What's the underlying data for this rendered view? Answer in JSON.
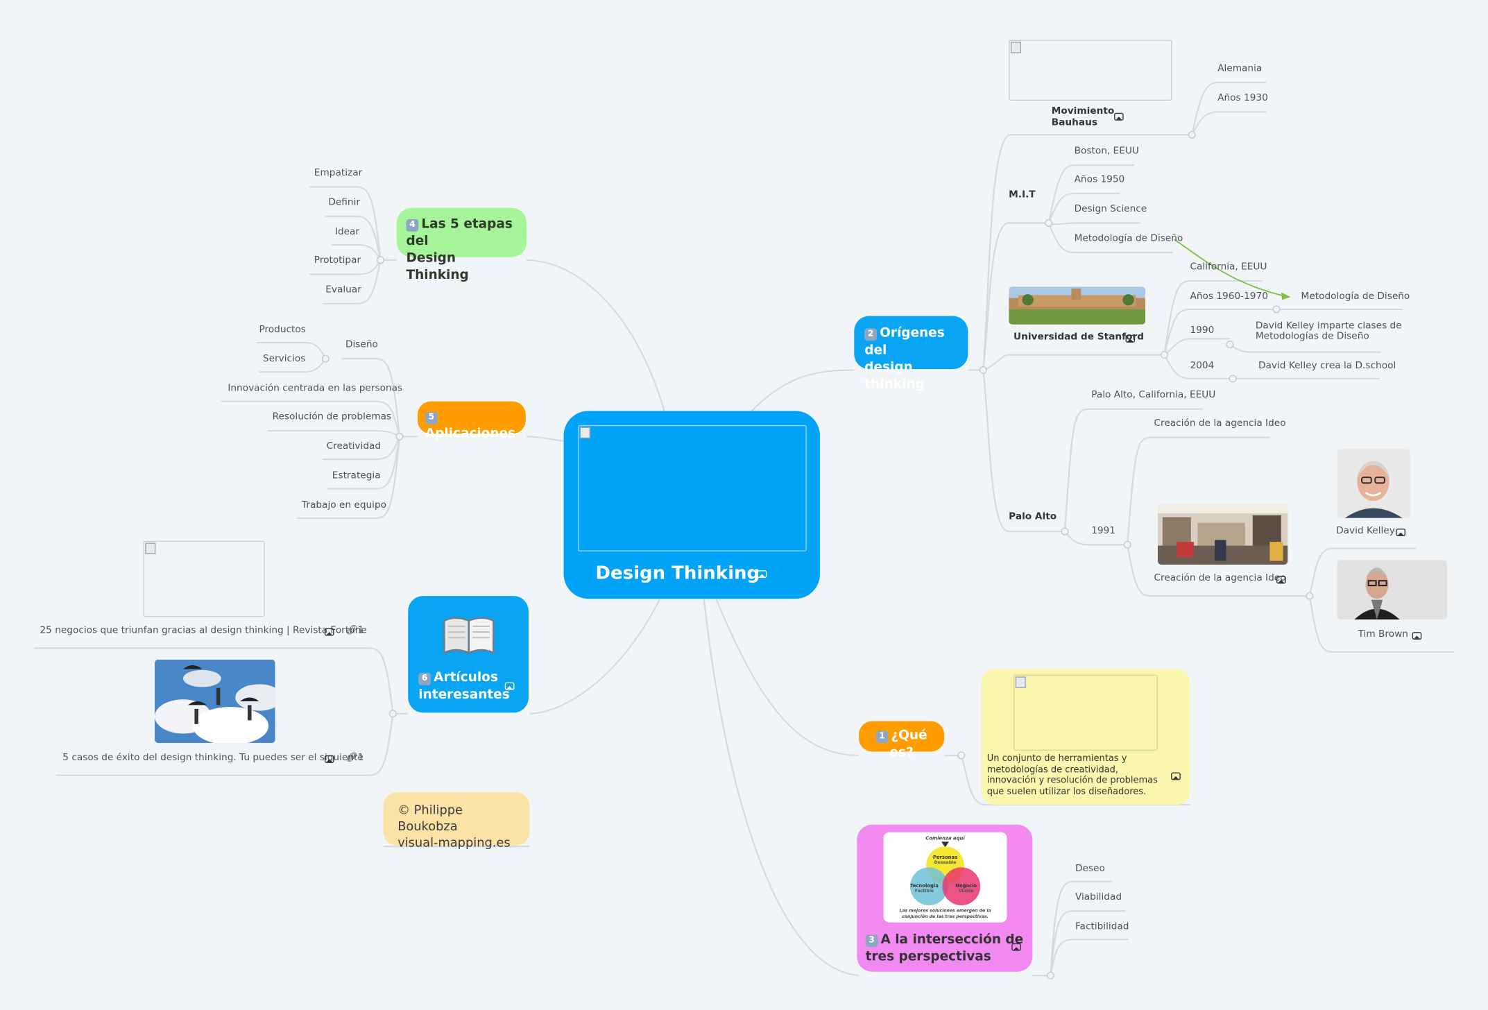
{
  "colors": {
    "central": "#00a3f5",
    "blue_node": "#0aa5f2",
    "orange_node": "#ff9d00",
    "green_node": "#a7f59a",
    "pink_node": "#f28af2",
    "yellow_card": "#fbf6ad",
    "credit": "#fbe2a6",
    "connector": "#d5dadf",
    "arrow": "#7cc242"
  },
  "central": {
    "title": "Design Thinking",
    "icon": "image-icon"
  },
  "origenes": {
    "badge": "2",
    "title_line1": "Orígenes del",
    "title_line2": "design thinking",
    "bauhaus": {
      "label_line1": "Movimiento",
      "label_line2": "Bauhaus",
      "children": [
        "Alemania",
        "Años 1930"
      ]
    },
    "mit": {
      "label": "M.I.T",
      "children": [
        "Boston, EEUU",
        "Años 1950",
        "Design Science",
        "Metodología de Diseño"
      ]
    },
    "stanford": {
      "label": "Universidad de Stanford",
      "children": [
        "California, EEUU",
        "Años 1960-1970",
        "1990",
        "2004"
      ],
      "sub_1960": "Metodología de Diseño",
      "sub_1990_line1": "David Kelley imparte clases de",
      "sub_1990_line2": "Metodologías de Diseño",
      "sub_2004": "David Kelley crea la D.school"
    },
    "palo_alto": {
      "label": "Palo Alto",
      "location": "Palo Alto, California, EEUU",
      "year": "1991",
      "ideo_text": "Creación de la agencia Ideo",
      "ideo_image_label": "Creación de la agencia Ideo",
      "people": [
        "David Kelley",
        "Tim Brown"
      ]
    }
  },
  "que_es": {
    "badge": "1",
    "title": "¿Qué es?",
    "text": "Un conjunto de herramientas y metodologías de creatividad, innovación y resolución de problemas que suelen utilizar los diseñadores."
  },
  "interseccion": {
    "badge": "3",
    "title_line1": "A la intersección de",
    "title_line2": "tres perspectivas",
    "children": [
      "Deseo",
      "Viabilidad",
      "Factibilidad"
    ],
    "venn": {
      "top_note": "Comienza aquí",
      "circles": [
        {
          "name": "Personas",
          "sub": "Deseable",
          "color": "#f5e51c"
        },
        {
          "name": "Tecnología",
          "sub": "Factible",
          "color": "#6ec1d8"
        },
        {
          "name": "Negocio",
          "sub": "Viable",
          "color": "#e8366f"
        }
      ],
      "caption_line1": "Las mejores soluciones emergen de la",
      "caption_line2": "conjunción de las tres perspectivas."
    }
  },
  "etapas": {
    "badge": "4",
    "title_line1": "Las 5 etapas del",
    "title_line2": "Design Thinking",
    "children": [
      "Empatizar",
      "Definir",
      "Idear",
      "Prototipar",
      "Evaluar"
    ]
  },
  "aplicaciones": {
    "badge": "5",
    "title": "Aplicaciones",
    "diseno": {
      "label": "Diseño",
      "children": [
        "Productos",
        "Servicios"
      ]
    },
    "children": [
      "Innovación centrada en las personas",
      "Resolución de problemas",
      "Creatividad",
      "Estrategia",
      "Trabajo en equipo"
    ]
  },
  "articulos": {
    "badge": "6",
    "title_line1": "Artículos",
    "title_line2": "interesantes",
    "icon": "open-book-icon",
    "items": [
      {
        "title": "25 negocios que triunfan gracias al design thinking | Revista Fortune",
        "links": "1"
      },
      {
        "title": "5 casos de éxito del design thinking. Tu puedes ser el siguiente",
        "links": "1"
      }
    ]
  },
  "credit": {
    "line1": "©  Philippe Boukobza",
    "line2": "visual-mapping.es"
  }
}
